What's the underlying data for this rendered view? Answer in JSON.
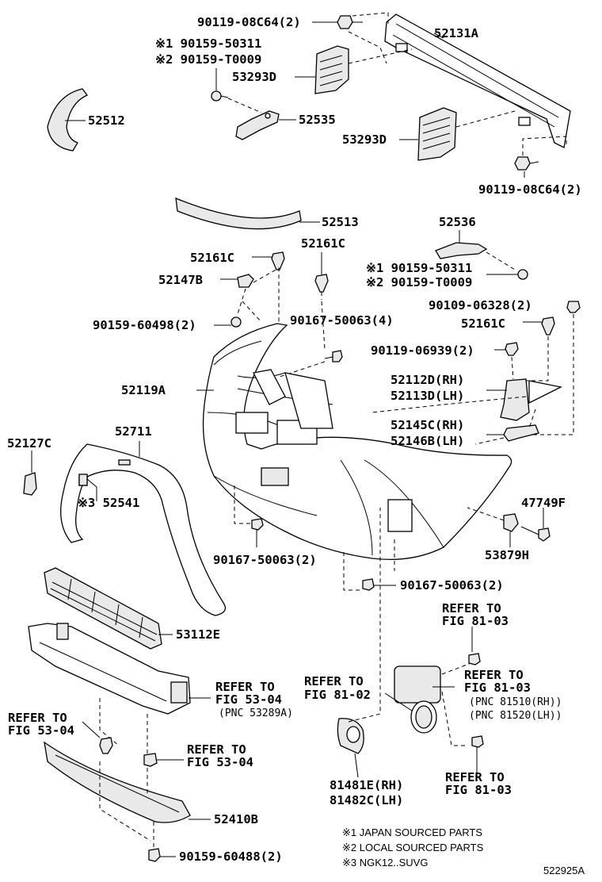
{
  "labels": {
    "p_90119_08C64_top": "90119-08C64(2)",
    "p_52131A": "52131A",
    "n1_90159_50311_top": "※1 90159-50311",
    "n2_90159_T0009_top": "※2 90159-T0009",
    "p_53293D_top": "53293D",
    "p_52512": "52512",
    "p_52535": "52535",
    "p_53293D_mid": "53293D",
    "p_90119_08C64_mid": "90119-08C64(2)",
    "p_52513": "52513",
    "p_52536": "52536",
    "p_52161C_a": "52161C",
    "p_52161C_b": "52161C",
    "n1_90159_50311_mid": "※1 90159-50311",
    "p_52147B": "52147B",
    "n2_90159_T0009_mid": "※2 90159-T0009",
    "p_90109_06328": "90109-06328(2)",
    "p_90159_60498": "90159-60498(2)",
    "p_90167_50063_4": "90167-50063(4)",
    "p_52161C_c": "52161C",
    "p_90119_06939": "90119-06939(2)",
    "p_52112D": "52112D(RH)",
    "p_52113D": "52113D(LH)",
    "p_52119A": "52119A",
    "p_52145C": "52145C(RH)",
    "p_52146B": "52146B(LH)",
    "p_52127C": "52127C",
    "p_52711": "52711",
    "n3_52541": "※3 52541",
    "p_47749F": "47749F",
    "p_53879H": "53879H",
    "p_90167_50063_2a": "90167-50063(2)",
    "p_90167_50063_2b": "90167-50063(2)",
    "p_53112E": "53112E",
    "ref_81_03_a1": "REFER TO",
    "ref_81_03_a2": "FIG 81-03",
    "ref_81_03_b1": "REFER TO",
    "ref_81_03_b2": "FIG 81-03",
    "pnc_81510": "(PNC 81510(RH))",
    "pnc_81520": "(PNC 81520(LH))",
    "ref_81_02_1": "REFER TO",
    "ref_81_02_2": "FIG 81-02",
    "ref_53_04_a1": "REFER TO",
    "ref_53_04_a2": "FIG 53-04",
    "pnc_53289A": "(PNC 53289A)",
    "ref_53_04_b1": "REFER TO",
    "ref_53_04_b2": "FIG 53-04",
    "ref_53_04_c1": "REFER TO",
    "ref_53_04_c2": "FIG 53-04",
    "ref_81_03_c1": "REFER TO",
    "ref_81_03_c2": "FIG 81-03",
    "p_81481E": "81481E(RH)",
    "p_81482C": "81482C(LH)",
    "p_52410B": "52410B",
    "p_90159_60488": "90159-60488(2)"
  },
  "notes": {
    "note1": "※1 JAPAN SOURCED PARTS",
    "note2": "※2 LOCAL SOURCED PARTS",
    "note3": "※3 NGK12..SUVG"
  },
  "figure_id": "522925A"
}
